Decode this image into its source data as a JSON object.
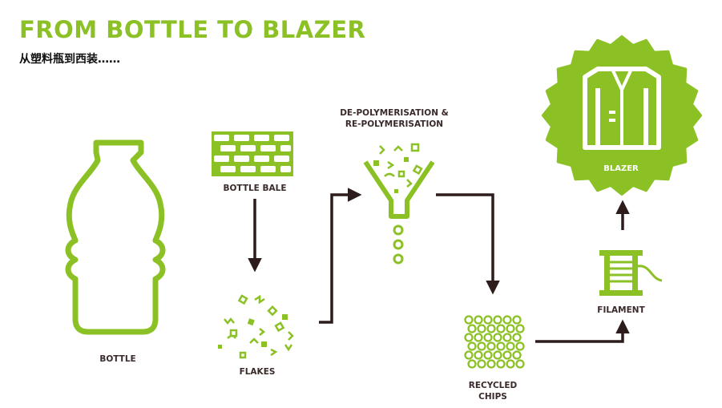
{
  "title": "FROM BOTTLE TO BLAZER",
  "subtitle": "从塑料瓶到西装……",
  "colors": {
    "green": "#8cc125",
    "dark": "#2d1c1c",
    "label": "#3a2a2a",
    "white": "#ffffff"
  },
  "nodes": {
    "bottle": {
      "label": "BOTTLE",
      "icon": "bottle-icon"
    },
    "bale": {
      "label": "BOTTLE BALE",
      "icon": "bale-icon"
    },
    "flakes": {
      "label": "FLAKES",
      "icon": "flakes-icon"
    },
    "polymer": {
      "label_line1": "DE-POLYMERISATION &",
      "label_line2": "RE-POLYMERISATION",
      "icon": "funnel-icon"
    },
    "chips": {
      "label_line1": "RECYCLED",
      "label_line2": "CHIPS",
      "icon": "chips-icon"
    },
    "filament": {
      "label": "FILAMENT",
      "icon": "spool-icon"
    },
    "blazer": {
      "label": "BLAZER",
      "icon": "blazer-icon"
    }
  }
}
